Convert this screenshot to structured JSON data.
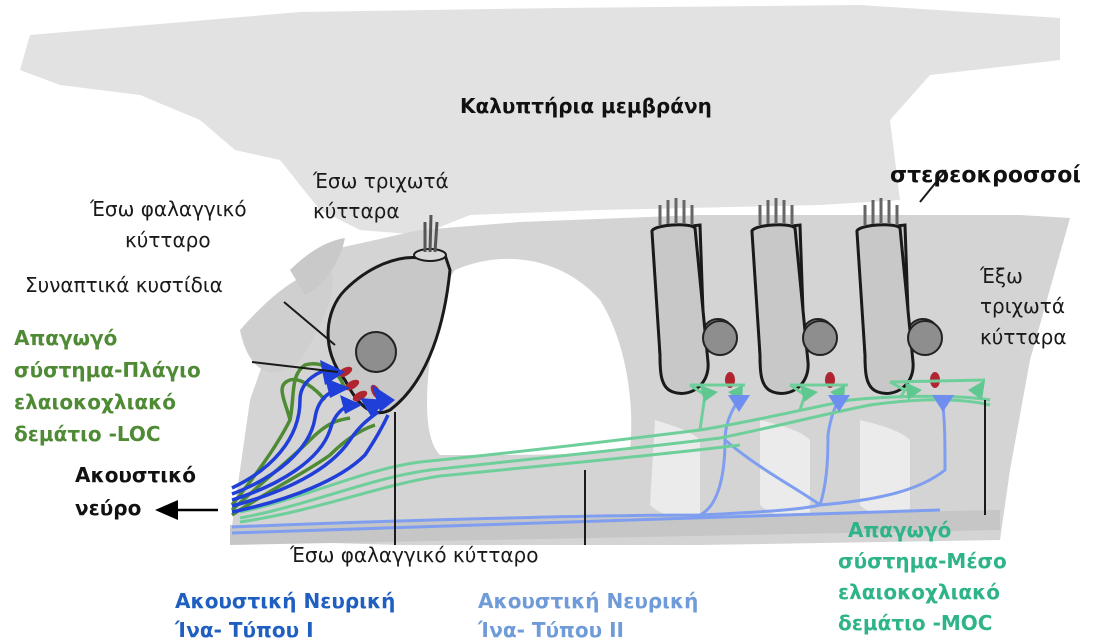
{
  "labels": {
    "tectorial_membrane": "Καλυπτήρια μεμβράνη",
    "stereocilia": "στερεοκροσσοί",
    "inner_hair_cells": [
      "Έσω τριχωτά",
      "κύτταρα"
    ],
    "inner_phalangeal_cell_top": [
      "Έσω φαλαγγικό",
      "κύτταρο"
    ],
    "synaptic_vesicles": "Συναπτικά κυστίδια",
    "outer_hair_cells": [
      "Έξω",
      "τριχωτά",
      "κύτταρα"
    ],
    "efferent_loc": [
      "Απαγωγό",
      "σύστημα-Πλάγιο",
      "ελαιοκοχλιακό",
      "δεμάτιο -LOC"
    ],
    "auditory_nerve": [
      "Ακουστικό",
      "νεύρο"
    ],
    "inner_phalangeal_cell_bottom": "Έσω φαλαγγικό κύτταρο",
    "type1_fiber": [
      "Ακουστική Νευρική",
      "Ίνα- Τύπου Ι"
    ],
    "type2_fiber": [
      "Ακουστική Νευρική",
      "Ίνα- Τύπου ΙΙ"
    ],
    "efferent_moc": [
      "Απαγωγό",
      "σύστημα-Μέσο",
      "ελαιοκοχλιακό",
      "δεμάτιο -MOC"
    ]
  },
  "colors": {
    "tissue_light": "#e3e3e3",
    "tissue_mid": "#d2d2d2",
    "cell_fill": "#c7c7c7",
    "nucleus": "#8e8e8e",
    "vesicle": "#b0252f",
    "loc_green": "#4f8a35",
    "moc_teal": "#5fc790",
    "type1_blue": "#1f3fd8",
    "type2_blue": "#7f9ef0"
  },
  "icons": {
    "auditory_nerve_arrow": "left-arrow-icon"
  }
}
